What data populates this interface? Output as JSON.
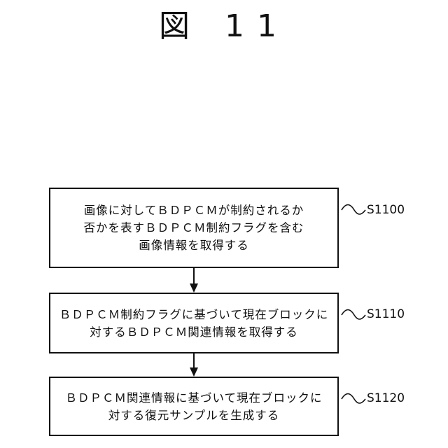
{
  "figure": {
    "title": "図 11"
  },
  "steps": [
    {
      "id": "S1100",
      "lines": [
        "画像に対してＢＤＰＣＭが制約されるか",
        "否かを表すＢＤＰＣＭ制約フラグを含む",
        "画像情報を取得する"
      ]
    },
    {
      "id": "S1110",
      "lines": [
        "ＢＤＰＣＭ制約フラグに基づいて現在ブロックに",
        "対するＢＤＰＣＭ関連情報を取得する"
      ]
    },
    {
      "id": "S1120",
      "lines": [
        "ＢＤＰＣＭ関連情報に基づいて現在ブロックに",
        "対する復元サンプルを生成する"
      ]
    }
  ]
}
